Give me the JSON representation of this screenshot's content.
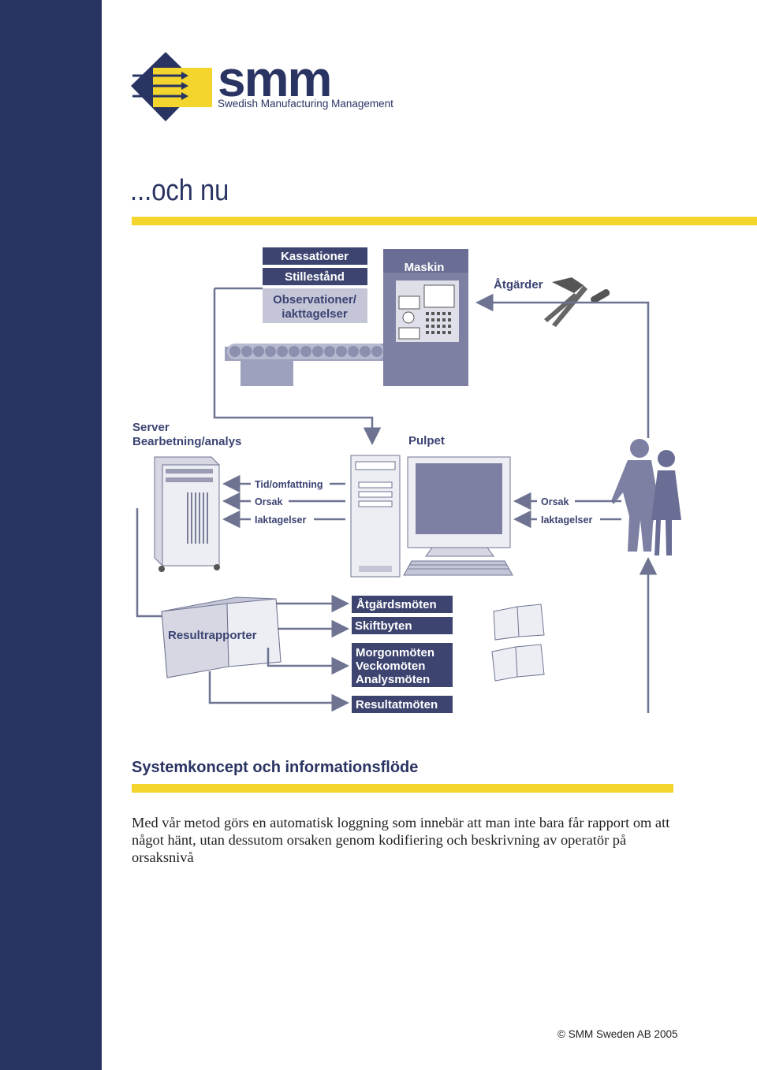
{
  "logo": {
    "wordmark": "smm",
    "tagline": "Swedish Manufacturing Management",
    "colors": {
      "navy": "#2a3463",
      "yellow": "#f3d52d"
    }
  },
  "heading": "...och nu",
  "diagram": {
    "top_labels": {
      "kassationer": "Kassationer",
      "stillestand": "Stillestånd",
      "observationer_1": "Observationer/",
      "observationer_2": "iakttagelser"
    },
    "maskin": "Maskin",
    "atgarder": "Åtgärder",
    "server_1": "Server",
    "server_2": "Bearbetning/analys",
    "pulpet": "Pulpet",
    "server_flows": {
      "tid": "Tid/omfattning",
      "orsak": "Orsak",
      "iakttagelser": "Iaktagelser"
    },
    "operator_flows": {
      "orsak": "Orsak",
      "iakttagelser": "Iaktagelser"
    },
    "resultrapporter": "Resultrapporter",
    "meetings": {
      "atgardsmoten": "Åtgärdsmöten",
      "skiftbyten": "Skiftbyten",
      "morgonmoten": "Morgonmöten",
      "veckomoten": "Veckomöten",
      "analysmoten": "Analysmöten",
      "resultatmoten": "Resultatmöten"
    },
    "icons": [
      "tools-icon",
      "server-icon",
      "computer-icon",
      "operators-icon",
      "report-book-icon",
      "open-book-icon"
    ]
  },
  "caption": "Systemkoncept och informationsflöde",
  "body": "Med vår metod görs en automatisk loggning som innebär att man inte bara får rapport om att något hänt, utan dessutom orsaken genom kodifiering och beskrivning av operatör på orsaksnivå",
  "copyright": "© SMM Sweden AB 2005"
}
